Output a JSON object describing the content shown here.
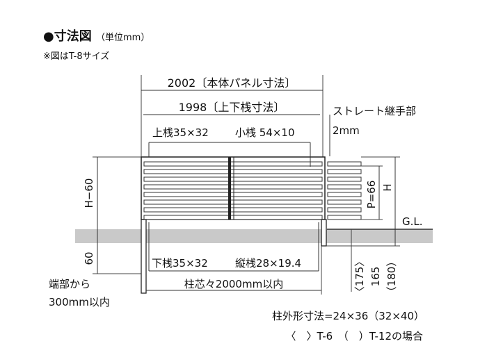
{
  "header": {
    "title": "●寸法図",
    "unit_note": "（単位mm）",
    "size_note": "※図はT-8サイズ"
  },
  "dimensions": {
    "panel_width": "2002〔本体パネル寸法〕",
    "rail_width": "1998〔上下桟寸法〕",
    "top_rail": "上桟35×32",
    "small_rail": "小桟 54×10",
    "straight_joint": "ストレート継手部",
    "joint_gap": "2mm",
    "bottom_rail": "下桟35×32",
    "vertical_rail": "縦桟28×19.4",
    "post_pitch": "柱芯々2000mm以内",
    "h_minus_60": "H−60",
    "pitch": "P=66",
    "height": "H",
    "ground_level": "G.L.",
    "base_60": "60",
    "embed_175": "〈175〉",
    "embed_165": "165",
    "embed_180": "（180）",
    "end_note_1": "端部から",
    "end_note_2": "300mm以内",
    "post_size": "柱外形寸法=24×36（32×40）",
    "size_legend": "〈　〉T-6　（　）T-12の場合"
  }
}
